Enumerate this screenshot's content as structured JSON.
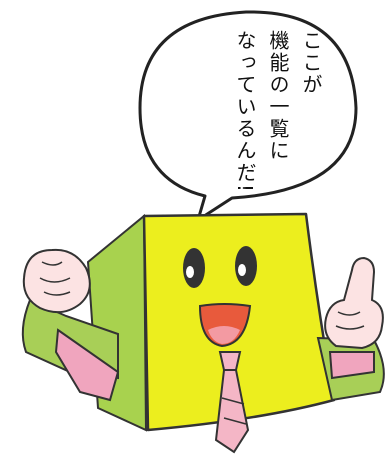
{
  "speech_bubble": {
    "lines": [
      "ここが",
      "機能の一覧に",
      "なっているんだ!"
    ]
  },
  "character": {
    "body_color": "#ecee1e",
    "side_color": "#a8d24e",
    "sleeve_color": "#a8cf57",
    "shirt_color": "#f0a5be",
    "tie_color": "#f4b6c6",
    "hand_color": "#fce3e3",
    "mouth_color": "#e85a3c",
    "tongue_color": "#f39aa2",
    "eye_color": "#333333"
  }
}
